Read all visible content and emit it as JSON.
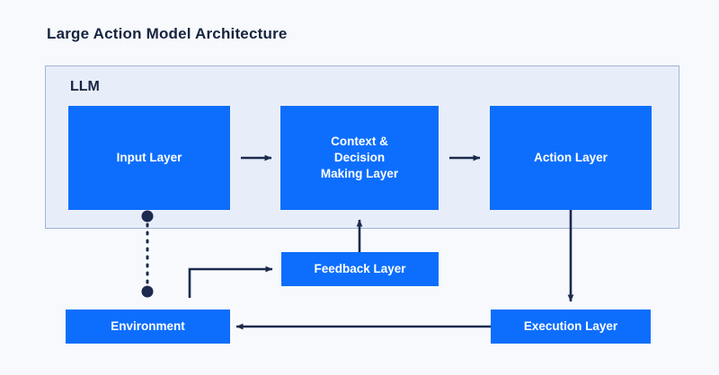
{
  "title": "Large Action Model Architecture",
  "panel": {
    "label": "LLM",
    "fill": "#e8eef9",
    "border": "#9fb4d8"
  },
  "colors": {
    "background": "#f7f9fc",
    "node_fill": "#0d6efd",
    "node_text": "#ffffff",
    "arrow": "#1b2a4e",
    "title_text": "#16243f"
  },
  "nodes": [
    {
      "id": "input-layer",
      "label": "Input Layer"
    },
    {
      "id": "context-decision-making-layer",
      "label": "Context &\nDecision\nMaking Layer"
    },
    {
      "id": "action-layer",
      "label": "Action Layer"
    },
    {
      "id": "feedback-layer",
      "label": "Feedback Layer"
    },
    {
      "id": "execution-layer",
      "label": "Execution Layer"
    },
    {
      "id": "environment",
      "label": "Environment"
    }
  ],
  "node_labels": {
    "input": "Input Layer",
    "context_line1": "Context &",
    "context_line2": "Decision",
    "context_line3": "Making Layer",
    "action": "Action Layer",
    "feedback": "Feedback Layer",
    "execution": "Execution Layer",
    "environment": "Environment"
  },
  "connections": [
    {
      "from": "input-layer",
      "to": "context-decision-making-layer",
      "style": "solid-arrow"
    },
    {
      "from": "context-decision-making-layer",
      "to": "action-layer",
      "style": "solid-arrow"
    },
    {
      "from": "action-layer",
      "to": "execution-layer",
      "style": "solid-arrow"
    },
    {
      "from": "execution-layer",
      "to": "environment",
      "style": "solid-arrow"
    },
    {
      "from": "environment",
      "to": "feedback-layer",
      "style": "solid-arrow"
    },
    {
      "from": "feedback-layer",
      "to": "context-decision-making-layer",
      "style": "solid-arrow"
    },
    {
      "from": "input-layer",
      "to": "environment",
      "style": "dotted-dumbbell"
    }
  ]
}
